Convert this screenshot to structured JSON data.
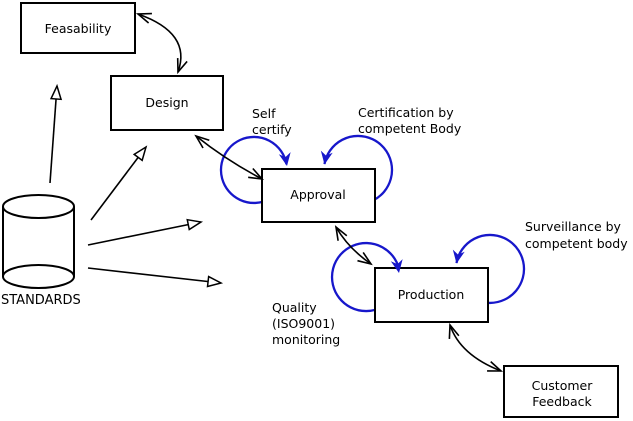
{
  "title": "Standards and approval process diagram",
  "colors": {
    "background": "#ffffff",
    "line": "#000000",
    "blue_stroke": "#1717cb",
    "blue_text": "#3333ad"
  },
  "nodes": {
    "feasability": {
      "label": "Feasability"
    },
    "design": {
      "label": "Design"
    },
    "approval": {
      "label": "Approval"
    },
    "production": {
      "label": "Production"
    },
    "customer_feedback": {
      "line1": "Customer",
      "line2": "Feedback"
    },
    "standards": {
      "label": "STANDARDS"
    }
  },
  "annotations": {
    "self_certify": {
      "line1": "Self",
      "line2": "certify"
    },
    "certification": {
      "line1": "Certification by",
      "line2": "competent Body"
    },
    "surveillance": {
      "line1": "Surveillance by",
      "line2": "competent body"
    },
    "quality": {
      "line1": "Quality",
      "line2": "(ISO9001)",
      "line3": "monitoring"
    }
  }
}
